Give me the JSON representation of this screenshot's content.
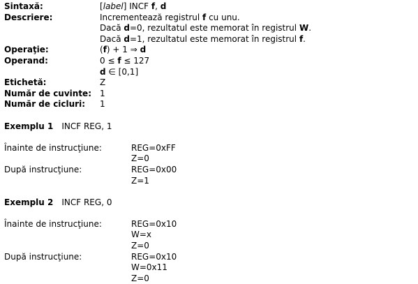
{
  "syntax": {
    "label": "Sintaxă:",
    "open_bracket": "[",
    "label_word": "label",
    "close_bracket": "]",
    "mnemonic": " INCF ",
    "arg_f": "f",
    "comma": ", ",
    "arg_d": "d"
  },
  "description": {
    "label": "Descriere:",
    "line1_pre": "Incrementează registrul ",
    "line1_f": "f",
    "line1_post": " cu unu.",
    "line2_pre": "Dacă ",
    "line2_d": "d",
    "line2_mid": "=0, rezultatul este memorat în registrul ",
    "line2_w": "W",
    "line2_post": ".",
    "line3_pre": "Dacă ",
    "line3_d": "d",
    "line3_mid": "=1, rezultatul este memorat în registrul ",
    "line3_f": "f",
    "line3_post": "."
  },
  "operation": {
    "label": "Operaţie:",
    "pre": "(",
    "f": "f",
    "mid": ") + 1 ⇒ ",
    "d": "d"
  },
  "operand": {
    "label": "Operand:",
    "line1_pre": "0 ≤ ",
    "line1_f": "f",
    "line1_post": " ≤ 127",
    "line2_d": "d",
    "line2_post": " ∈ [0,1]"
  },
  "flag": {
    "label": "Etichetă:",
    "value": "Z"
  },
  "words": {
    "label": "Număr de cuvinte:",
    "value": "1"
  },
  "cycles": {
    "label": "Număr de cicluri:",
    "value": "1"
  },
  "example1": {
    "title": "Exemplu 1",
    "code": "INCF REG, 1",
    "before_label": "Înainte de instrucţiune:",
    "before_values": [
      "REG=0xFF",
      "Z=0"
    ],
    "after_label": "După instrucţiune:",
    "after_values": [
      "REG=0x00",
      "Z=1"
    ]
  },
  "example2": {
    "title": "Exemplu 2",
    "code": "INCF REG, 0",
    "before_label": "Înainte de instrucţiune:",
    "before_values": [
      "REG=0x10",
      "W=x",
      "Z=0"
    ],
    "after_label": "După instrucţiune:",
    "after_values": [
      "REG=0x10",
      "W=0x11",
      "Z=0"
    ]
  }
}
